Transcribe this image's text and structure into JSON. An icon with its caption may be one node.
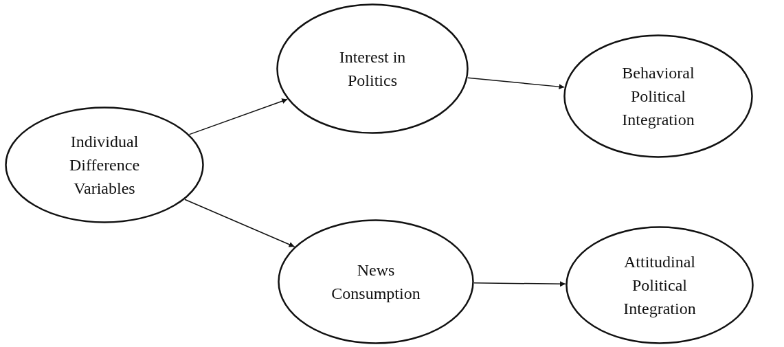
{
  "diagram": {
    "nodes": [
      {
        "text": [
          "Individual Difference Variables"
        ]
      },
      {
        "text": [
          "Interest in Politics"
        ]
      },
      {
        "text": [
          "Behavioral Political Integration"
        ]
      },
      {
        "text": [
          "News Consumption"
        ]
      },
      {
        "text": [
          "Attitudinal Political Integration"
        ]
      }
    ],
    "edges": [
      {
        "from": 0,
        "to": 1,
        "arrow": "to"
      },
      {
        "from": 0,
        "to": 3,
        "arrow": "to"
      },
      {
        "from": 1,
        "to": 2,
        "arrow": "to"
      },
      {
        "from": 3,
        "to": 4,
        "arrow": "to"
      }
    ]
  }
}
